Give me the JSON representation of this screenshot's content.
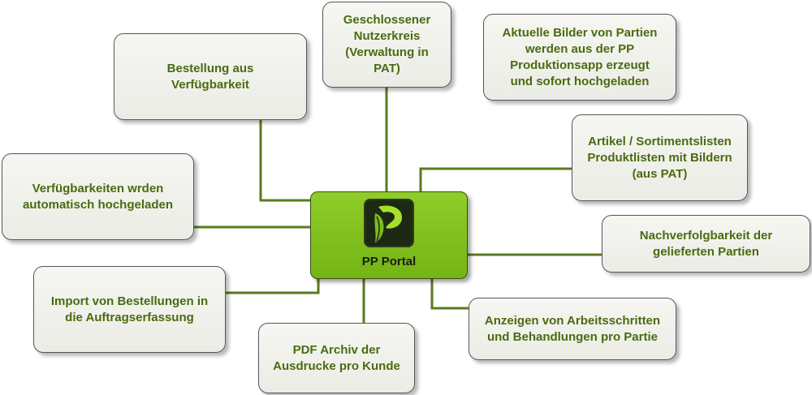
{
  "hub": {
    "title": "PP Portal",
    "logo_letter": "P",
    "color": "#7cbd1c"
  },
  "nodes": {
    "closed_user_group": "Geschlossener\nNutzerkreis\n(Verwaltung in\nPAT)",
    "current_images": "Aktuelle Bilder von Partien\nwerden aus der PP\nProduktionsapp erzeugt\nund sofort hochgeladen",
    "order_from_availability": "Bestellung aus\nVerfügbarkeit",
    "article_lists": "Artikel / Sortimentslisten\nProduktlisten mit Bildern\n(aus PAT)",
    "availability_upload": "Verfügbarkeiten wrden\nautomatisch hochgeladen",
    "traceability": "Nachverfolgbarkeit der\ngelieferten Partien",
    "order_import": "Import von Bestellungen in\ndie Auftragserfassung",
    "work_steps": "Anzeigen von Arbeitsschritten\nund Behandlungen pro Partie",
    "pdf_archive": "PDF Archiv der\nAusdrucke pro Kunde"
  },
  "colors": {
    "text": "#4a6b10",
    "connector": "#5a7a1e",
    "node_fill": "#f1f1ec",
    "node_border": "#55565a"
  }
}
